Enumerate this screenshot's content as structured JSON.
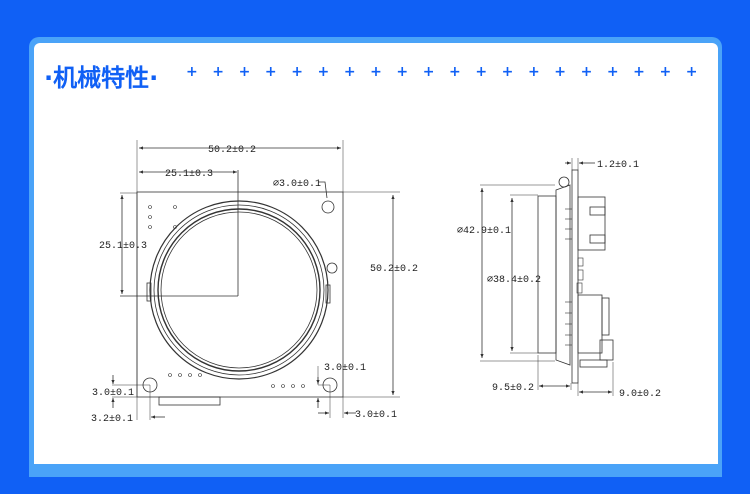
{
  "header": {
    "title": "·机械特性·",
    "decoration": "+ + + + + + + + + + + + + + + + + + + +"
  },
  "front_view": {
    "width": "50.2±0.2",
    "center_x": "25.1±0.3",
    "hole_dia": "⌀3.0±0.1",
    "height": "50.2±0.2",
    "center_y": "25.1±0.3",
    "hole_offset_y_right": "3.0±0.1",
    "hole_offset_x_right": "3.0±0.1",
    "hole_offset_y_left": "3.0±0.1",
    "hole_offset_x_left": "3.2±0.1"
  },
  "side_view": {
    "pcb_thickness": "1.2±0.1",
    "outer_dia": "⌀42.9±0.1",
    "inner_dia": "⌀38.4±0.2",
    "lens_depth": "9.5±0.2",
    "connector_depth": "9.0±0.2"
  }
}
